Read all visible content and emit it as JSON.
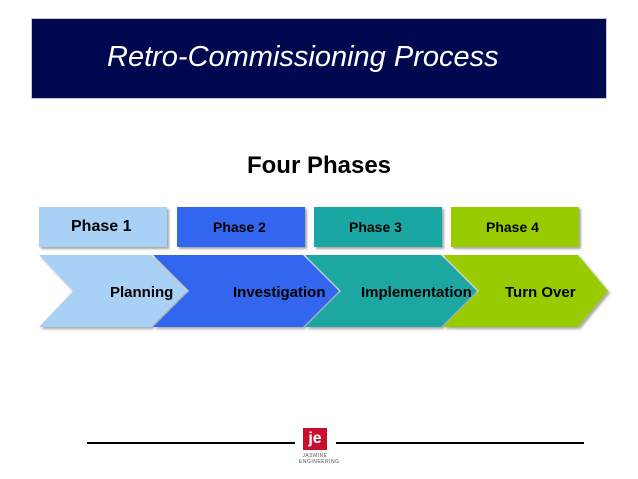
{
  "title": "Retro-Commissioning Process",
  "subtitle": "Four Phases",
  "phases": [
    {
      "label": "Phase 1",
      "color": "#a9d1f5"
    },
    {
      "label": "Phase 2",
      "color": "#3366ee"
    },
    {
      "label": "Phase 3",
      "color": "#1aa7a3"
    },
    {
      "label": "Phase 4",
      "color": "#99cc00"
    }
  ],
  "stages": [
    {
      "label": "Planning",
      "color": "#a9d1f5"
    },
    {
      "label": "Investigation",
      "color": "#3366ee"
    },
    {
      "label": "Implementation",
      "color": "#1aa7a3"
    },
    {
      "label": "Turn Over",
      "color": "#99cc00"
    }
  ],
  "logo": {
    "mark": "je",
    "caption": "JASMINE ENGINEERING",
    "color": "#c8102e"
  }
}
